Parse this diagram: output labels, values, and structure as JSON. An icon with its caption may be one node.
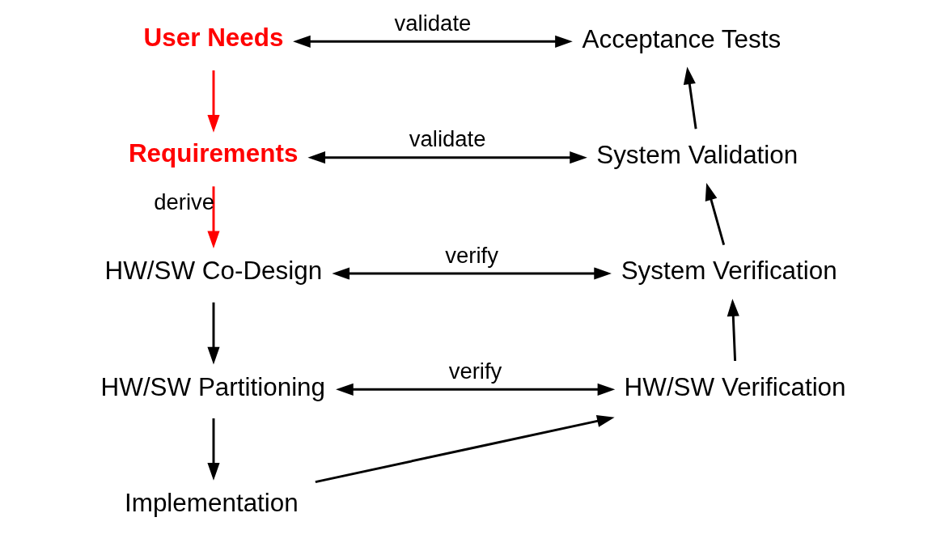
{
  "diagram": {
    "nodes": [
      {
        "text": [
          "User Needs"
        ]
      },
      {
        "text": [
          "Requirements"
        ]
      },
      {
        "text": [
          "HW/SW Co-Design"
        ]
      },
      {
        "text": [
          "HW/SW Partitioning"
        ]
      },
      {
        "text": [
          "Implementation"
        ]
      },
      {
        "text": [
          "HW/SW Verification"
        ]
      },
      {
        "text": [
          "System Verification"
        ]
      },
      {
        "text": [
          "System Validation"
        ]
      },
      {
        "text": [
          "Acceptance Tests"
        ]
      }
    ],
    "edges": [
      {
        "from": 0,
        "to": 1,
        "arrow": "to",
        "color": "#ff0000"
      },
      {
        "from": 1,
        "to": 2,
        "arrow": "to",
        "label": "derive",
        "color": "#ff0000"
      },
      {
        "from": 2,
        "to": 3,
        "arrow": "to"
      },
      {
        "from": 3,
        "to": 4,
        "arrow": "to"
      },
      {
        "from": 4,
        "to": 5,
        "arrow": "to"
      },
      {
        "from": 5,
        "to": 6,
        "arrow": "to"
      },
      {
        "from": 6,
        "to": 7,
        "arrow": "to"
      },
      {
        "from": 7,
        "to": 8,
        "arrow": "to"
      },
      {
        "from": 0,
        "to": 8,
        "arrow": "both",
        "label": "validate"
      },
      {
        "from": 1,
        "to": 7,
        "arrow": "both",
        "label": "validate"
      },
      {
        "from": 2,
        "to": 6,
        "arrow": "both",
        "label": "verify"
      },
      {
        "from": 3,
        "to": 5,
        "arrow": "both",
        "label": "verify"
      }
    ]
  }
}
